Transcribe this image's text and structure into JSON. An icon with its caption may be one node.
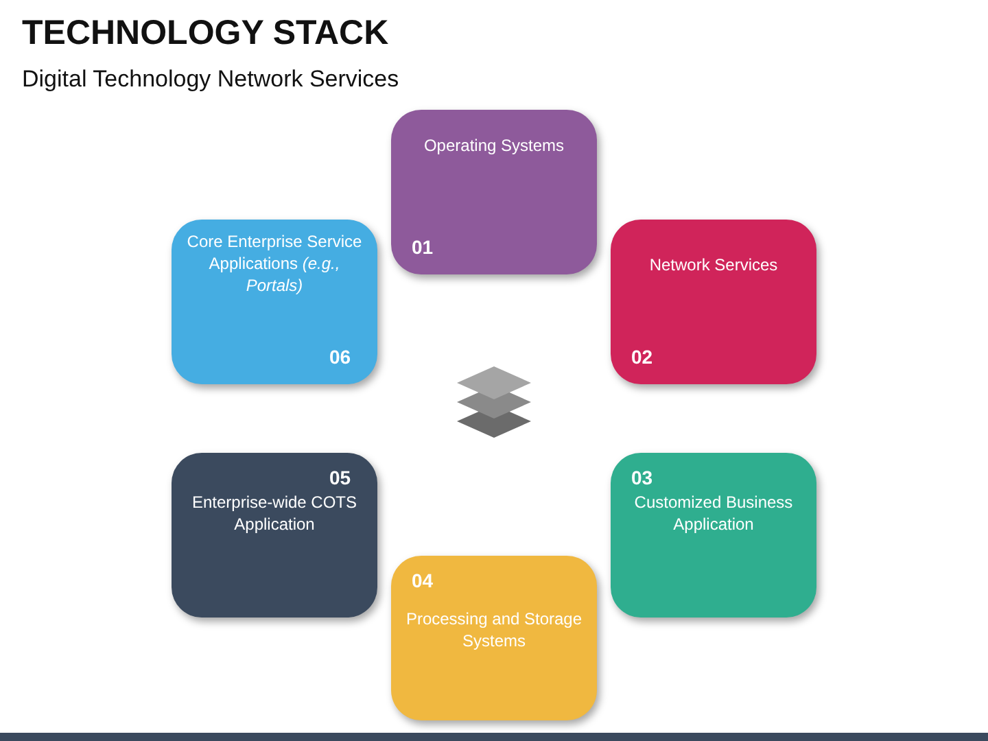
{
  "diagram": {
    "title": "TECHNOLOGY STACK",
    "nodes": [
      {
        "text": [
          "Operating Systems",
          "01"
        ]
      },
      {
        "text": [
          "Network Services",
          "02"
        ]
      },
      {
        "text": [
          "03",
          "Customized Business Application"
        ]
      },
      {
        "text": [
          "04",
          "Processing and Storage Systems"
        ]
      },
      {
        "text": [
          "05",
          "Enterprise-wide COTS Application"
        ]
      },
      {
        "text": [
          "Core Enterprise Service Applications *(e.g., Portals)*",
          "06"
        ]
      }
    ],
    "labels": [
      "Digital Technology Network Services"
    ]
  }
}
